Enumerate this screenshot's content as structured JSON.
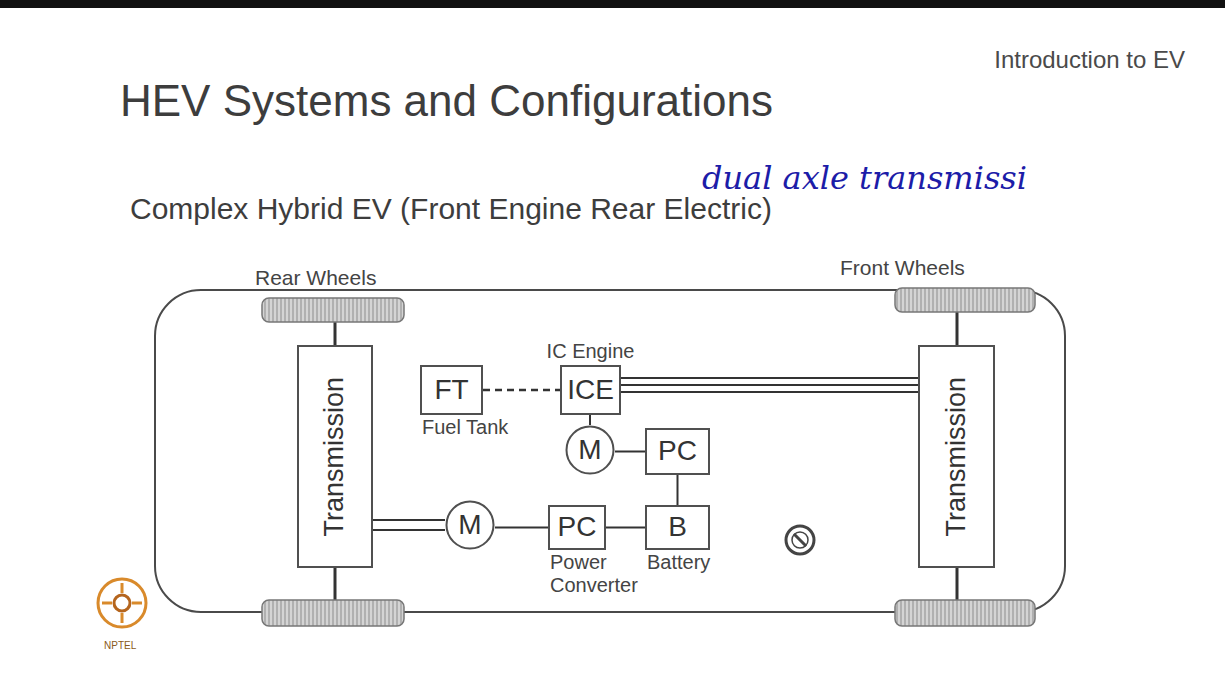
{
  "diagram": {
    "title": "HEV Systems and Configurations",
    "nodes": [
      {
        "text": [
          "Transmission"
        ]
      },
      {
        "text": [
          "FT",
          "Fuel Tank"
        ]
      },
      {
        "text": [
          "IC Engine",
          "ICE"
        ]
      },
      {
        "text": [
          "M"
        ]
      },
      {
        "text": [
          "PC"
        ]
      },
      {
        "text": [
          "M"
        ]
      },
      {
        "text": [
          "PC",
          "Power Converter"
        ]
      },
      {
        "text": [
          "B",
          "Battery"
        ]
      },
      {
        "text": [
          "Transmission"
        ]
      }
    ],
    "edges": [
      {
        "from": 1,
        "to": 2,
        "arrow": "none"
      },
      {
        "from": 2,
        "to": 8,
        "arrow": "none"
      },
      {
        "from": 2,
        "to": 3,
        "arrow": "none"
      },
      {
        "from": 3,
        "to": 4,
        "arrow": "none"
      },
      {
        "from": 4,
        "to": 7,
        "arrow": "none"
      },
      {
        "from": 0,
        "to": 5,
        "arrow": "none"
      },
      {
        "from": 5,
        "to": 6,
        "arrow": "none"
      },
      {
        "from": 6,
        "to": 7,
        "arrow": "none"
      }
    ],
    "labels": [
      "Introduction to EV",
      "dual axle transmissi",
      "Complex Hybrid EV (Front Engine Rear Electric)",
      "Rear Wheels",
      "Front Wheels",
      "NPTEL"
    ]
  }
}
